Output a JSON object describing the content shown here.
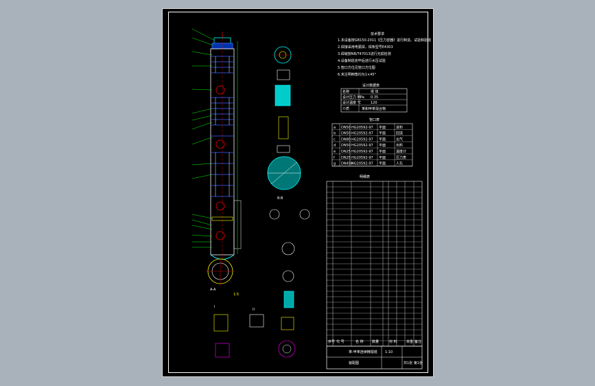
{
  "notes": {
    "heading": "技术要求",
    "lines": [
      "1.本设备按GB150-2011《压力容器》进行制造、试验和验收",
      "2.焊接采用电弧焊，焊条型号E4303",
      "3.焊缝按NB/T47013进行无损检测",
      "4.设备制造完毕后进行水压试验",
      "5.管口方位见管口方位图",
      "6.未注明倒角均为1×45°"
    ]
  },
  "design_table": {
    "heading": "设计数据表",
    "rows": [
      [
        "名称",
        "塔 体"
      ],
      [
        "设计压力 MPa",
        "0.35"
      ],
      [
        "设计温度 ℃",
        "120"
      ],
      [
        "介质",
        "苯和甲苯混合物"
      ]
    ]
  },
  "nozzle_table": {
    "heading": "管口表",
    "rows": [
      [
        "a",
        "DN50",
        "HG20592-97",
        "平面",
        "进料"
      ],
      [
        "b",
        "DN50",
        "HG20592-97",
        "平面",
        "回流"
      ],
      [
        "c",
        "DN80",
        "HG20592-97",
        "平面",
        "出气"
      ],
      [
        "d",
        "DN50",
        "HG20592-97",
        "平面",
        "出料"
      ],
      [
        "e",
        "DN25",
        "HG20592-97",
        "平面",
        "温度计"
      ],
      [
        "f",
        "DN25",
        "HG20592-97",
        "平面",
        "压力表"
      ],
      [
        "g",
        "DN450",
        "HG20592-97",
        "平面",
        "人孔"
      ]
    ]
  },
  "parts_table": {
    "heading": "明细表",
    "rows": 30,
    "footer": [
      "序号",
      "代 号",
      "名 称",
      "数量",
      "材 料",
      "单重",
      "总重",
      "备注"
    ]
  },
  "title_block": {
    "project": "苯-甲苯连续精馏塔",
    "drawing": "装配图",
    "scale": "1:10",
    "sheet": "共1张 第1张"
  },
  "view_labels": {
    "a_a": "A-A",
    "b_b": "B-B",
    "i": "I",
    "ii": "II",
    "scale_note": "1:5"
  },
  "colors": {
    "line_white": "#ffffff",
    "line_green": "#00ff00",
    "line_cyan": "#00ffff",
    "line_red": "#ff0000",
    "line_yellow": "#ffff00",
    "line_blue": "#4060ff",
    "line_magenta": "#ff00ff"
  }
}
